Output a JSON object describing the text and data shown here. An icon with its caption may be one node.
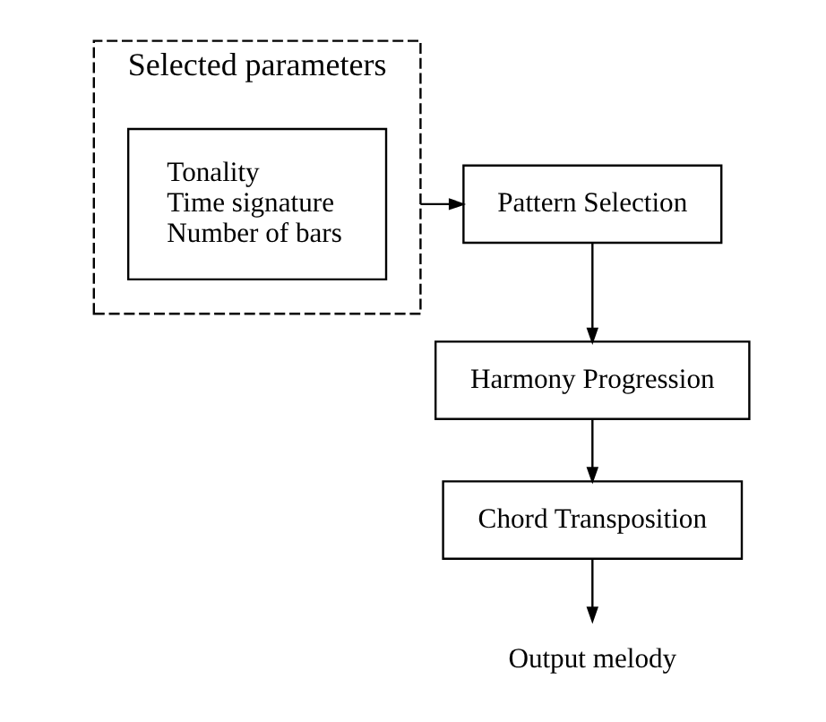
{
  "diagram": {
    "nodes": [
      {
        "text": [
          "Selected parameters"
        ]
      },
      {
        "text": [
          "Tonality",
          "Time signature",
          "Number of bars"
        ],
        "in": 0
      },
      {
        "text": [
          "Pattern Selection"
        ]
      },
      {
        "text": [
          "Harmony Progression"
        ]
      },
      {
        "text": [
          "Chord Transposition"
        ]
      },
      {
        "text": [
          "Output melody"
        ]
      }
    ],
    "edges": [
      {
        "from": 0,
        "to": 2,
        "arrow": "to"
      },
      {
        "from": 2,
        "to": 3,
        "arrow": "to"
      },
      {
        "from": 3,
        "to": 4,
        "arrow": "to"
      },
      {
        "from": 4,
        "to": 5,
        "arrow": "to"
      }
    ]
  }
}
